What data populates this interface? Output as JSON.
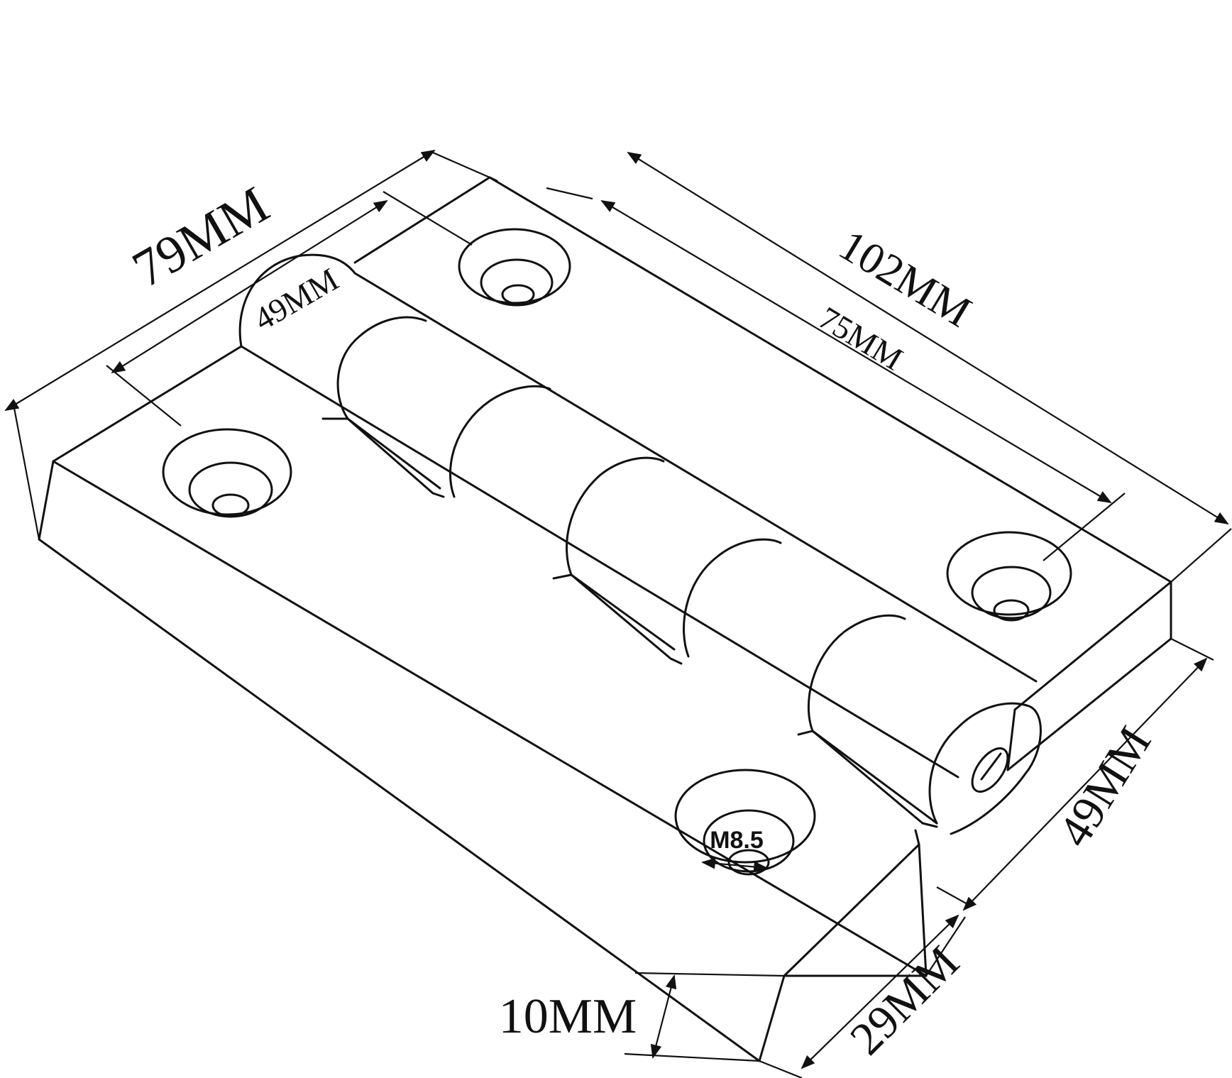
{
  "dimensions": {
    "overall_width": "79MM",
    "overall_length": "102MM",
    "hole_spacing_width": "49MM",
    "hole_spacing_length": "75MM",
    "leaf_width": "49MM",
    "leaf_depth": "29MM",
    "thickness": "10MM",
    "hole_size": "M8.5"
  },
  "colors": {
    "line": "#111111",
    "background": "#ffffff"
  }
}
